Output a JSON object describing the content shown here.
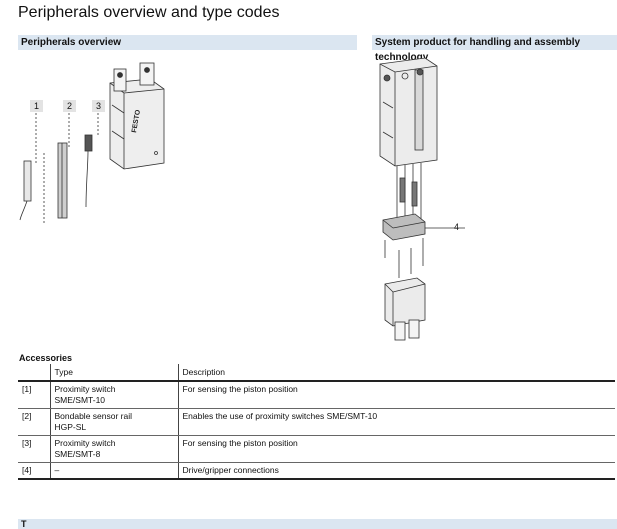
{
  "page": {
    "title": "Peripherals overview and type codes"
  },
  "left_section": {
    "heading": "Peripherals overview",
    "callouts": [
      "1",
      "2",
      "3"
    ]
  },
  "right_section": {
    "heading": "System product for handling and assembly technology",
    "callout": "4"
  },
  "device_logo": "FESTO",
  "accessories": {
    "title": "Accessories",
    "headers": [
      "",
      "Type",
      "Description"
    ],
    "rows": [
      {
        "ref": "[1]",
        "type_line1": "Proximity switch",
        "type_line2": "SME/SMT-10",
        "description": "For sensing the piston position"
      },
      {
        "ref": "[2]",
        "type_line1": "Bondable sensor rail",
        "type_line2": "HGP-SL",
        "description": "Enables the use of proximity switches SME/SMT-10"
      },
      {
        "ref": "[3]",
        "type_line1": "Proximity switch",
        "type_line2": "SME/SMT-8",
        "description": "For sensing the piston position"
      },
      {
        "ref": "[4]",
        "type_line1": "–",
        "type_line2": "",
        "description": "Drive/gripper connections"
      }
    ]
  },
  "next_section": {
    "heading": "T"
  }
}
